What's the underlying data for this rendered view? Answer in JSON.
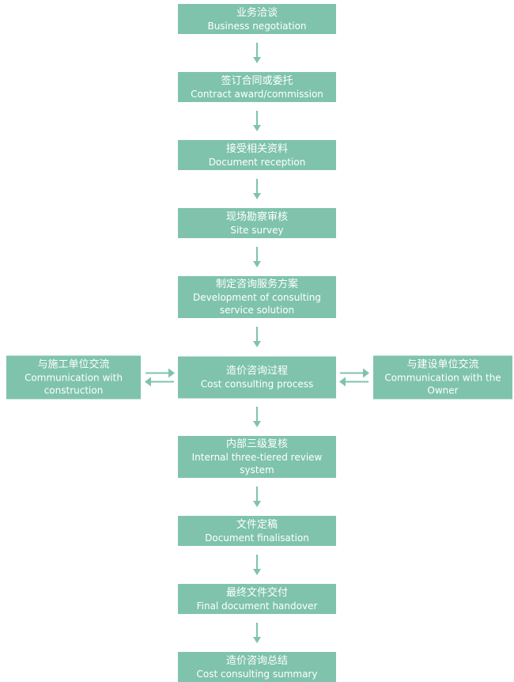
{
  "colors": {
    "box_fill": "#7fc3ac",
    "text": "#ffffff",
    "background": "#ffffff"
  },
  "flow": {
    "steps": [
      {
        "zh": "业务洽谈",
        "en": "Business negotiation"
      },
      {
        "zh": "签订合同或委托",
        "en": "Contract award/commission"
      },
      {
        "zh": "接受相关资料",
        "en": "Document reception"
      },
      {
        "zh": "现场勘察审核",
        "en": "Site survey"
      },
      {
        "zh": "制定咨询服务方案",
        "en": "Development of consulting service solution"
      },
      {
        "zh": "造价咨询过程",
        "en": "Cost consulting process"
      },
      {
        "zh": "内部三级复核",
        "en": "Internal three-tiered review system"
      },
      {
        "zh": "文件定稿",
        "en": "Document finalisation"
      },
      {
        "zh": "最终文件交付",
        "en": "Final document handover"
      },
      {
        "zh": "造价咨询总结",
        "en": "Cost consulting summary"
      }
    ],
    "side_left": {
      "zh": "与施工单位交流",
      "en": "Communication with construction"
    },
    "side_right": {
      "zh": "与建设单位交流",
      "en": "Communication with the Owner"
    }
  }
}
